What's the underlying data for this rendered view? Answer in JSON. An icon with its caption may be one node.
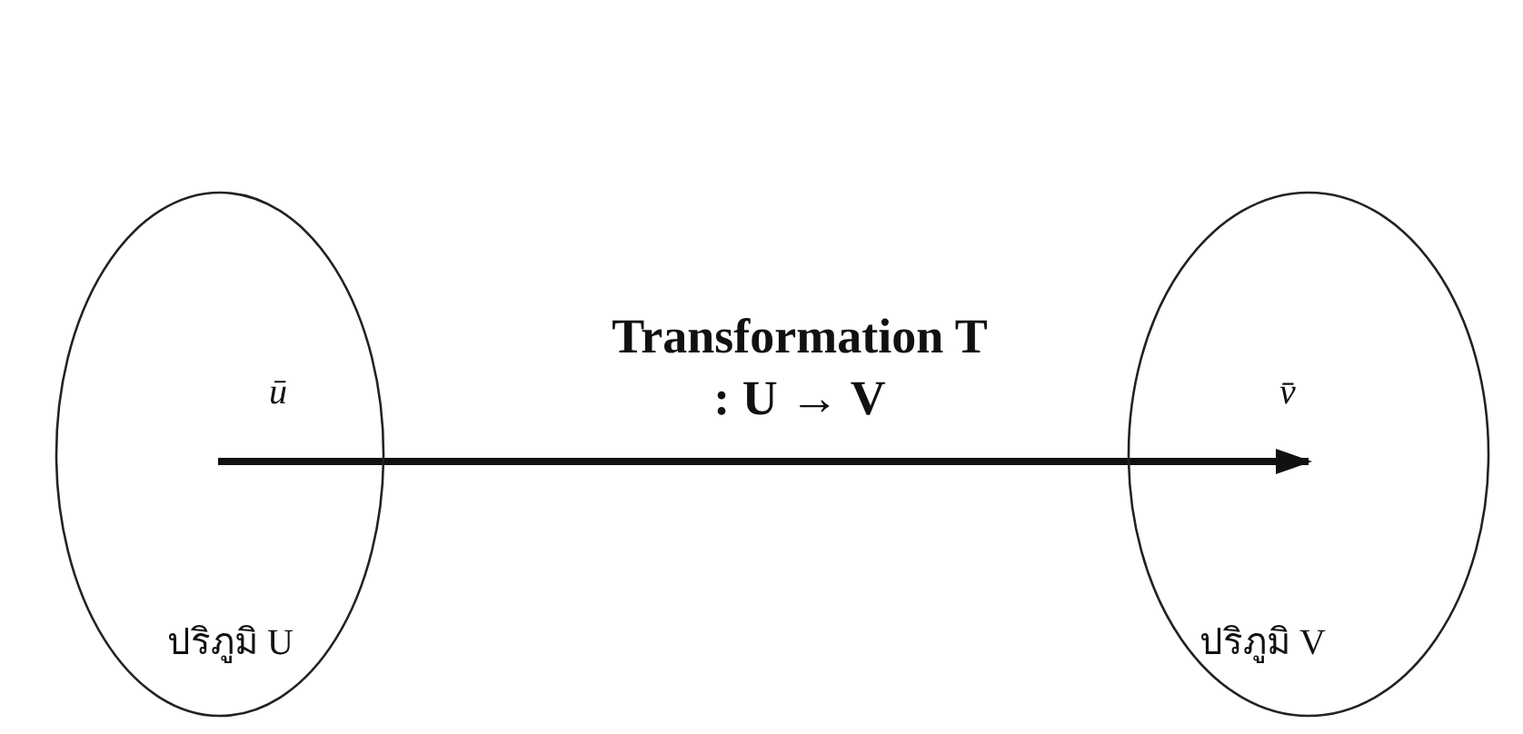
{
  "diagram": {
    "nodes": [
      {
        "text": [
          "ปริภูมิ U"
        ]
      },
      {
        "text": [
          "ū"
        ],
        "in": 0
      },
      {
        "text": [
          "ปริภูมิ V"
        ]
      },
      {
        "text": [
          "v̄"
        ],
        "in": 2
      }
    ],
    "edges": [
      {
        "from": 1,
        "to": 3,
        "arrow": "to",
        "label": "Transformation T : U → V"
      }
    ]
  }
}
